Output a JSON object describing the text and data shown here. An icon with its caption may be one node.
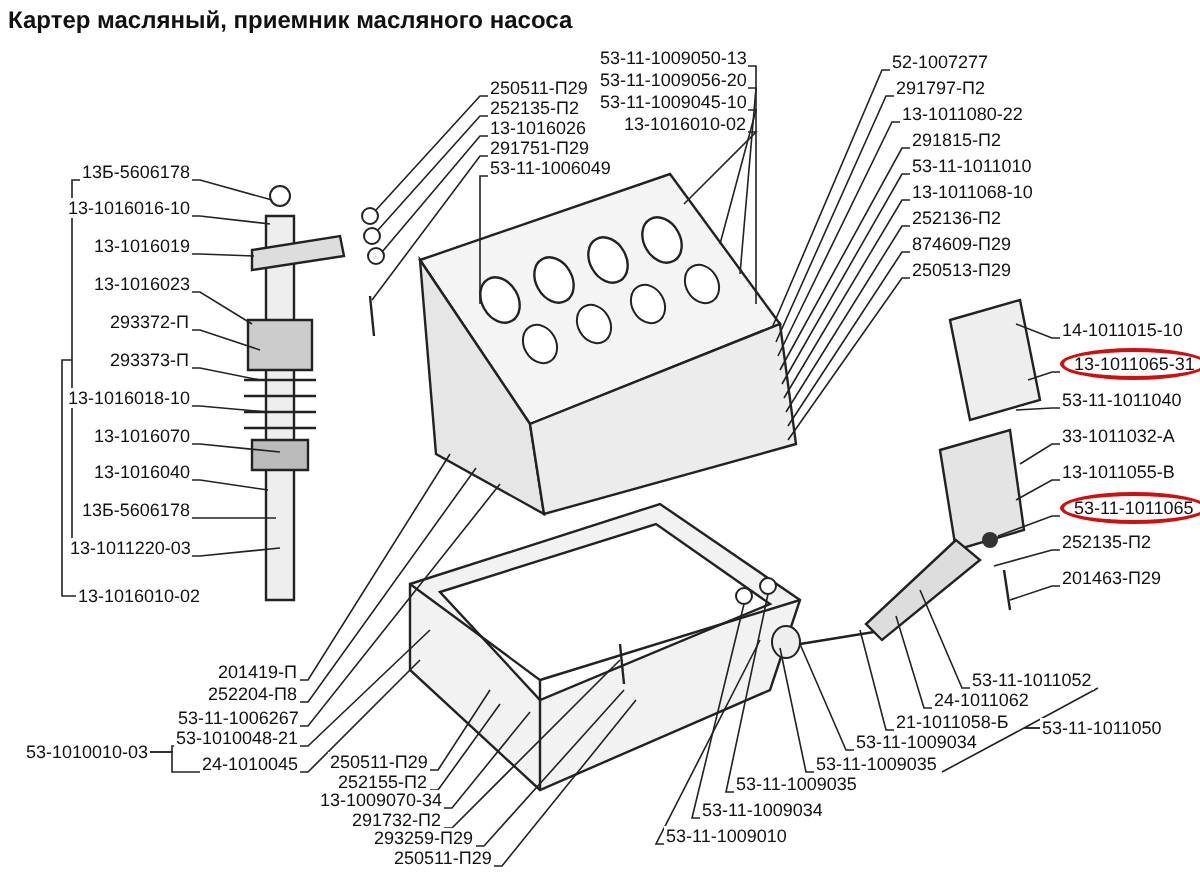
{
  "diagram": {
    "title": "Картер масляный, приемник масляного насоса",
    "nodes": [
      {
        "text": [
          "13Б-5606178"
        ]
      },
      {
        "text": [
          "13-1016016-10"
        ]
      },
      {
        "text": [
          "13-1016019"
        ]
      },
      {
        "text": [
          "13-1016023"
        ]
      },
      {
        "text": [
          "293372-П"
        ]
      },
      {
        "text": [
          "293373-П"
        ]
      },
      {
        "text": [
          "13-1016018-10"
        ]
      },
      {
        "text": [
          "13-1016070"
        ]
      },
      {
        "text": [
          "13-1016040"
        ]
      },
      {
        "text": [
          "13Б-5606178"
        ]
      },
      {
        "text": [
          "13-1011220-03"
        ]
      },
      {
        "text": [
          "201419-П"
        ]
      },
      {
        "text": [
          "252204-П8"
        ]
      },
      {
        "text": [
          "53-11-1006267"
        ]
      },
      {
        "text": [
          "53-1010048-21"
        ]
      },
      {
        "text": [
          "24-1010045"
        ]
      },
      {
        "text": [
          "250511-П29"
        ]
      },
      {
        "text": [
          "252155-П2"
        ]
      },
      {
        "text": [
          "13-1009070-34"
        ]
      },
      {
        "text": [
          "291732-П2"
        ]
      },
      {
        "text": [
          "293259-П29"
        ]
      },
      {
        "text": [
          "250511-П29"
        ]
      },
      {
        "text": [
          "53-11-1009010"
        ]
      },
      {
        "text": [
          "53-11-1009034"
        ]
      },
      {
        "text": [
          "53-11-1009035"
        ]
      },
      {
        "text": [
          "53-11-1011052"
        ]
      },
      {
        "text": [
          "24-1011062"
        ]
      },
      {
        "text": [
          "21-1011058-Б"
        ]
      },
      {
        "text": [
          "53-11-1009034"
        ]
      },
      {
        "text": [
          "53-11-1009035"
        ]
      },
      {
        "text": [
          "201463-П29"
        ]
      },
      {
        "text": [
          "252135-П2"
        ]
      },
      {
        "text": [
          "53-11-1011065"
        ]
      },
      {
        "text": [
          "13-1011055-В"
        ]
      },
      {
        "text": [
          "33-1011032-А"
        ]
      },
      {
        "text": [
          "53-11-1011040"
        ]
      },
      {
        "text": [
          "13-1011065-31"
        ]
      },
      {
        "text": [
          "14-1011015-10"
        ]
      },
      {
        "text": [
          "52-1007277"
        ]
      },
      {
        "text": [
          "291797-П2"
        ]
      },
      {
        "text": [
          "13-1011080-22"
        ]
      },
      {
        "text": [
          "291815-П2"
        ]
      },
      {
        "text": [
          "53-11-1011010"
        ]
      },
      {
        "text": [
          "13-1011068-10"
        ]
      },
      {
        "text": [
          "252136-П2"
        ]
      },
      {
        "text": [
          "874609-П29"
        ]
      },
      {
        "text": [
          "250513-П29"
        ]
      },
      {
        "text": [
          "53-11-1009050-13"
        ]
      },
      {
        "text": [
          "53-11-1009056-20"
        ]
      },
      {
        "text": [
          "53-11-1009045-10"
        ]
      },
      {
        "text": [
          "13-1016010-02"
        ]
      },
      {
        "text": [
          "250511-П29"
        ]
      },
      {
        "text": [
          "252135-П2"
        ]
      },
      {
        "text": [
          "13-1016026"
        ]
      },
      {
        "text": [
          "291751-П29"
        ]
      },
      {
        "text": [
          "53-11-1006049"
        ]
      },
      {
        "text": [],
        "shape": "picture"
      },
      {
        "text": [],
        "shape": "picture"
      },
      {
        "text": [],
        "shape": "picture"
      },
      {
        "text": [],
        "shape": "picture"
      },
      {
        "text": [
          "13-1016010-02"
        ]
      },
      {
        "text": [
          "53-1010010-03"
        ]
      },
      {
        "text": [
          "53-11-1011050"
        ]
      }
    ],
    "edges": [
      {
        "from": 0,
        "to": 56,
        "arrow": "none"
      },
      {
        "from": 1,
        "to": 56,
        "arrow": "none"
      },
      {
        "from": 2,
        "to": 56,
        "arrow": "none"
      },
      {
        "from": 3,
        "to": 56,
        "arrow": "none"
      },
      {
        "from": 4,
        "to": 56,
        "arrow": "none"
      },
      {
        "from": 5,
        "to": 56,
        "arrow": "none"
      },
      {
        "from": 6,
        "to": 56,
        "arrow": "none"
      },
      {
        "from": 7,
        "to": 56,
        "arrow": "none"
      },
      {
        "from": 8,
        "to": 56,
        "arrow": "none"
      },
      {
        "from": 9,
        "to": 56,
        "arrow": "none"
      },
      {
        "from": 10,
        "to": 56,
        "arrow": "none"
      },
      {
        "from": 11,
        "to": 57,
        "arrow": "none"
      },
      {
        "from": 12,
        "to": 57,
        "arrow": "none"
      },
      {
        "from": 13,
        "to": 57,
        "arrow": "none"
      },
      {
        "from": 14,
        "to": 58,
        "arrow": "none"
      },
      {
        "from": 15,
        "to": 58,
        "arrow": "none"
      },
      {
        "from": 16,
        "to": 58,
        "arrow": "none"
      },
      {
        "from": 17,
        "to": 58,
        "arrow": "none"
      },
      {
        "from": 18,
        "to": 58,
        "arrow": "none"
      },
      {
        "from": 19,
        "to": 58,
        "arrow": "none"
      },
      {
        "from": 20,
        "to": 58,
        "arrow": "none"
      },
      {
        "from": 21,
        "to": 58,
        "arrow": "none"
      },
      {
        "from": 22,
        "to": 58,
        "arrow": "none"
      },
      {
        "from": 23,
        "to": 58,
        "arrow": "none"
      },
      {
        "from": 24,
        "to": 58,
        "arrow": "none"
      },
      {
        "from": 25,
        "to": 59,
        "arrow": "none"
      },
      {
        "from": 26,
        "to": 59,
        "arrow": "none"
      },
      {
        "from": 27,
        "to": 59,
        "arrow": "none"
      },
      {
        "from": 28,
        "to": 59,
        "arrow": "none"
      },
      {
        "from": 29,
        "to": 59,
        "arrow": "none"
      },
      {
        "from": 30,
        "to": 59,
        "arrow": "none"
      },
      {
        "from": 31,
        "to": 59,
        "arrow": "none"
      },
      {
        "from": 32,
        "to": 59,
        "arrow": "none"
      },
      {
        "from": 33,
        "to": 59,
        "arrow": "none"
      },
      {
        "from": 34,
        "to": 59,
        "arrow": "none"
      },
      {
        "from": 35,
        "to": 59,
        "arrow": "none"
      },
      {
        "from": 36,
        "to": 59,
        "arrow": "none"
      },
      {
        "from": 37,
        "to": 59,
        "arrow": "none"
      },
      {
        "from": 38,
        "to": 57,
        "arrow": "none"
      },
      {
        "from": 39,
        "to": 57,
        "arrow": "none"
      },
      {
        "from": 40,
        "to": 57,
        "arrow": "none"
      },
      {
        "from": 41,
        "to": 57,
        "arrow": "none"
      },
      {
        "from": 42,
        "to": 57,
        "arrow": "none"
      },
      {
        "from": 43,
        "to": 57,
        "arrow": "none"
      },
      {
        "from": 44,
        "to": 57,
        "arrow": "none"
      },
      {
        "from": 45,
        "to": 57,
        "arrow": "none"
      },
      {
        "from": 46,
        "to": 57,
        "arrow": "none"
      },
      {
        "from": 47,
        "to": 57,
        "arrow": "none"
      },
      {
        "from": 48,
        "to": 57,
        "arrow": "none"
      },
      {
        "from": 49,
        "to": 57,
        "arrow": "none"
      },
      {
        "from": 50,
        "to": 57,
        "arrow": "none"
      },
      {
        "from": 51,
        "to": 56,
        "arrow": "none"
      },
      {
        "from": 52,
        "to": 56,
        "arrow": "none"
      },
      {
        "from": 53,
        "to": 56,
        "arrow": "none"
      },
      {
        "from": 54,
        "to": 56,
        "arrow": "none"
      },
      {
        "from": 55,
        "to": 57,
        "arrow": "none"
      },
      {
        "from": 61,
        "to": 14,
        "arrow": "none"
      },
      {
        "from": 61,
        "to": 15,
        "arrow": "none"
      },
      {
        "from": 62,
        "to": 25,
        "arrow": "none"
      },
      {
        "from": 62,
        "to": 29,
        "arrow": "none"
      }
    ]
  }
}
